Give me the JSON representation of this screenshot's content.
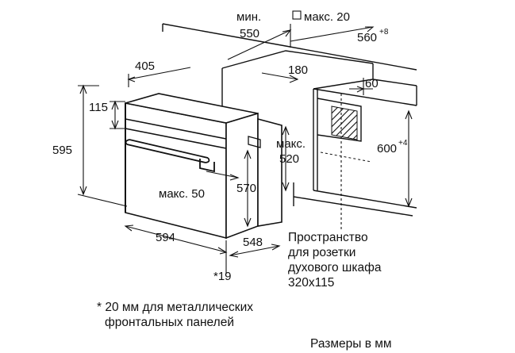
{
  "dimensions": {
    "min_label": "мин.",
    "min_value": "550",
    "max20_label": "макс. 20",
    "depth_value": "560",
    "depth_tolerance": "+8",
    "d405": "405",
    "d180": "180",
    "d60": "60",
    "d115": "115",
    "d595": "595",
    "max520_label": "макс.",
    "max520_value": "520",
    "height_value": "600",
    "height_tolerance": "+4",
    "max50": "макс. 50",
    "d570": "570",
    "d594": "594",
    "d548": "548",
    "d19": "*19"
  },
  "notes": {
    "socket_space": [
      "Пространство",
      "для розетки",
      "духового шкафа",
      "320x115"
    ],
    "footnote": [
      "* 20 мм для металлических",
      "фронтальных панелей"
    ],
    "units": "Размеры в мм"
  }
}
